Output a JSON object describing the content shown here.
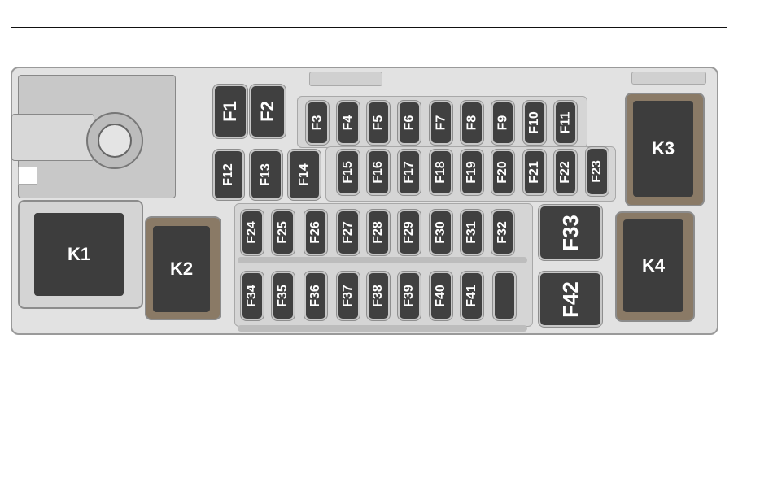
{
  "fuses_row1": [
    "F1",
    "F2"
  ],
  "fuses_row2": [
    "F3",
    "F4",
    "F5",
    "F6",
    "F7",
    "F8",
    "F9",
    "F10",
    "F11"
  ],
  "fuses_row3": [
    "F12",
    "F13",
    "F14",
    "F15",
    "F16",
    "F17",
    "F18",
    "F19",
    "F20",
    "F21",
    "F22",
    "F23"
  ],
  "fuses_row4": [
    "F24",
    "F25",
    "F26",
    "F27",
    "F28",
    "F29",
    "F30",
    "F31",
    "F32"
  ],
  "fuses_row5": [
    "F34",
    "F35",
    "F36",
    "F37",
    "F38",
    "F39",
    "F40",
    "F41"
  ],
  "fuses_large": [
    "F33",
    "F42"
  ],
  "relays": [
    "K1",
    "K2",
    "K3",
    "K4"
  ]
}
